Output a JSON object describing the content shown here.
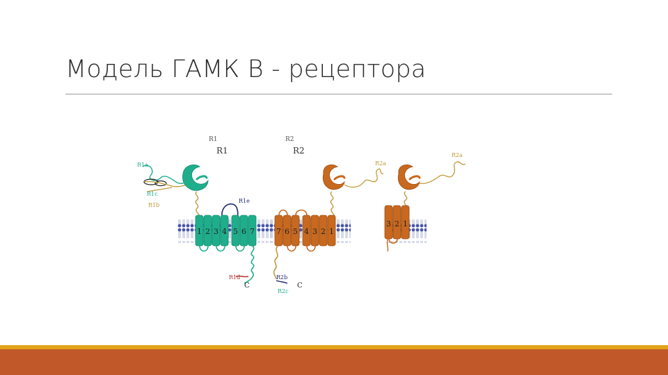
{
  "slide": {
    "title": "Модель ГАМК В - рецептора"
  },
  "diagram": {
    "subunit_labels": [
      "R1",
      "R2"
    ],
    "r1_helix_numbers": [
      "1",
      "2",
      "3",
      "4",
      "5",
      "6",
      "7"
    ],
    "r2_helix_numbers": [
      "7",
      "6",
      "5",
      "4",
      "3",
      "2",
      "1"
    ],
    "r2_partial_helix_numbers": [
      "3",
      "2",
      "1"
    ],
    "annotations": {
      "r1a": "R1a",
      "r1c_left": "R1c",
      "r1b": "R1b",
      "r1c_loop": "R1e",
      "r1d": "R1d",
      "c_terminal_r1": "C",
      "r2a_mid": "R2a",
      "r2a_right": "R2a",
      "r2b": "R2b",
      "r2c": "R2c",
      "c_terminal_r2": "C"
    },
    "colors": {
      "r1": "#1fae8c",
      "r2": "#c8691f",
      "membrane_head": "#4a56a8",
      "membrane_tail": "#9aa4c8",
      "linker": "#c09a3a"
    }
  },
  "footer": {
    "gold": "#e3a21a",
    "rust": "#c0582a"
  }
}
